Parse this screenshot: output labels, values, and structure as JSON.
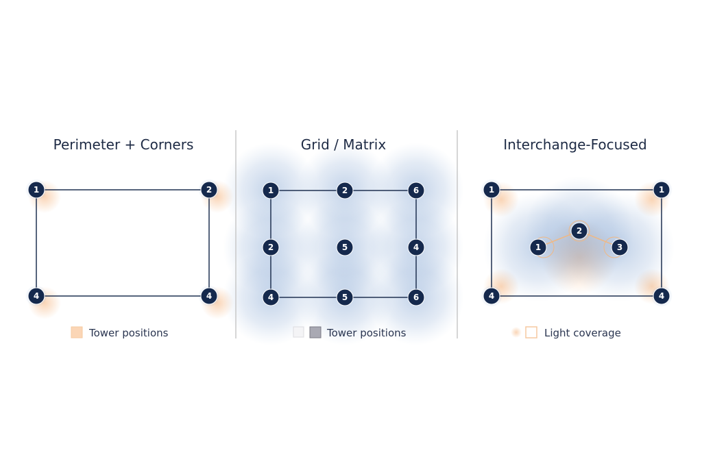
{
  "colors": {
    "node": "#15294d",
    "line": "#1f3050",
    "blue_glow": "#4f7fc0",
    "orange_glow": "#f5b27a",
    "divider": "#c8c8c8"
  },
  "panels": [
    {
      "title": "Perimeter + Corners",
      "legend": "Tower positions",
      "nodes": [
        "1",
        "2",
        "4",
        "4"
      ]
    },
    {
      "title": "Grid / Matrix",
      "legend": "Tower positions",
      "nodes": [
        "1",
        "2",
        "6",
        "2",
        "5",
        "4",
        "4",
        "5",
        "6"
      ]
    },
    {
      "title": "Interchange-Focused",
      "legend": "Light coverage",
      "nodes": [
        "1",
        "1",
        "4",
        "4",
        "1",
        "2",
        "3"
      ]
    }
  ]
}
